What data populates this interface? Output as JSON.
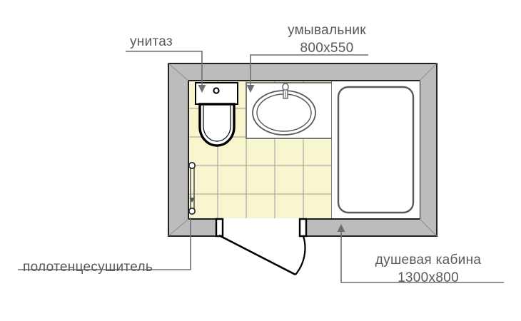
{
  "drawing": {
    "title_type": "bathroom-floor-plan",
    "labels": {
      "toilet": "унитаз",
      "sink_name": "умывальник",
      "sink_size": "800x550",
      "towel_warmer": "полотенцесушитель",
      "shower_name": "душевая кабина",
      "shower_size": "1300x800"
    },
    "colors": {
      "wall_fill": "#bcbcbc",
      "wall_stroke": "#231f20",
      "floor_tile": "#f8f6cf",
      "grout_line": "#9a9a9a",
      "fixture_white": "#ffffff",
      "fixture_stroke": "#58595b",
      "toilet_stroke": "#000000",
      "leader_line": "#6d6e71",
      "text": "#58595b"
    },
    "fixtures": {
      "toilet": "toilet-fixture",
      "sink": "sink-vanity-fixture",
      "shower": "shower-cabin-fixture",
      "towel_warmer": "towel-warmer-fixture",
      "door": "door-swing"
    }
  }
}
